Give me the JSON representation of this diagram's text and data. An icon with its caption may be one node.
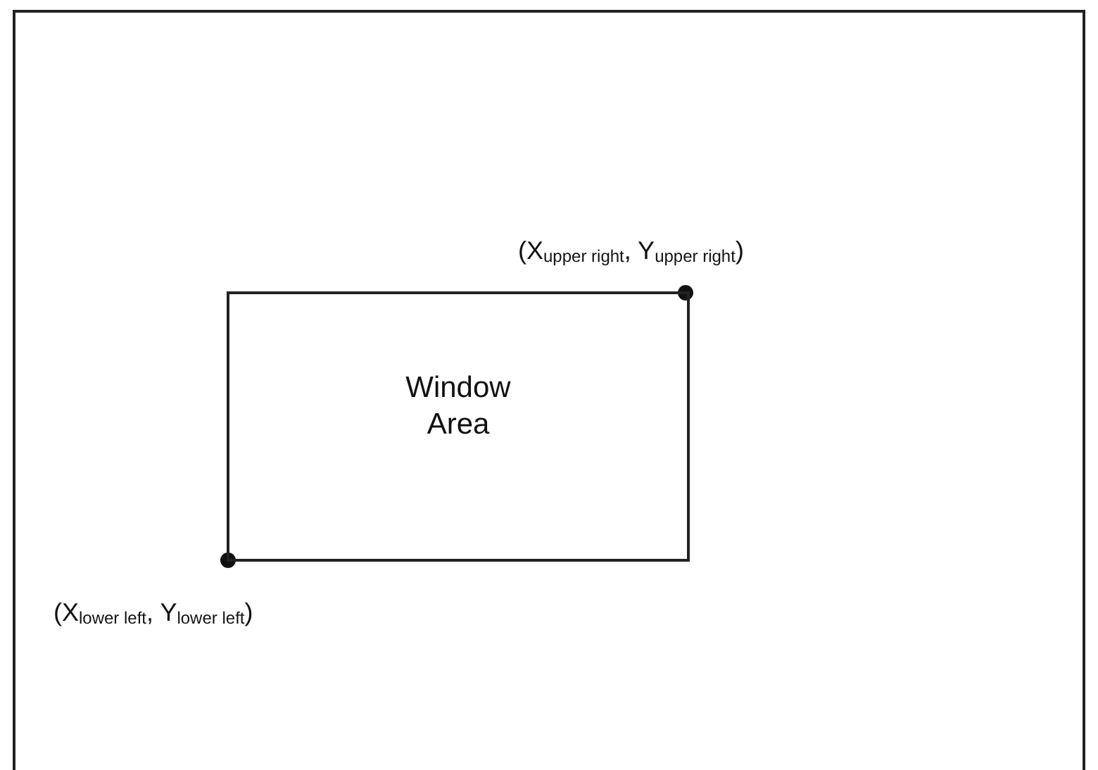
{
  "diagram": {
    "nodes": [
      {
        "text": [
          "Window Area"
        ]
      }
    ],
    "labels": [
      "(X$_{upper right}$, Y$_{upper right}$)",
      "(X$_{lower left}$, Y$_{lower left}$)"
    ]
  }
}
